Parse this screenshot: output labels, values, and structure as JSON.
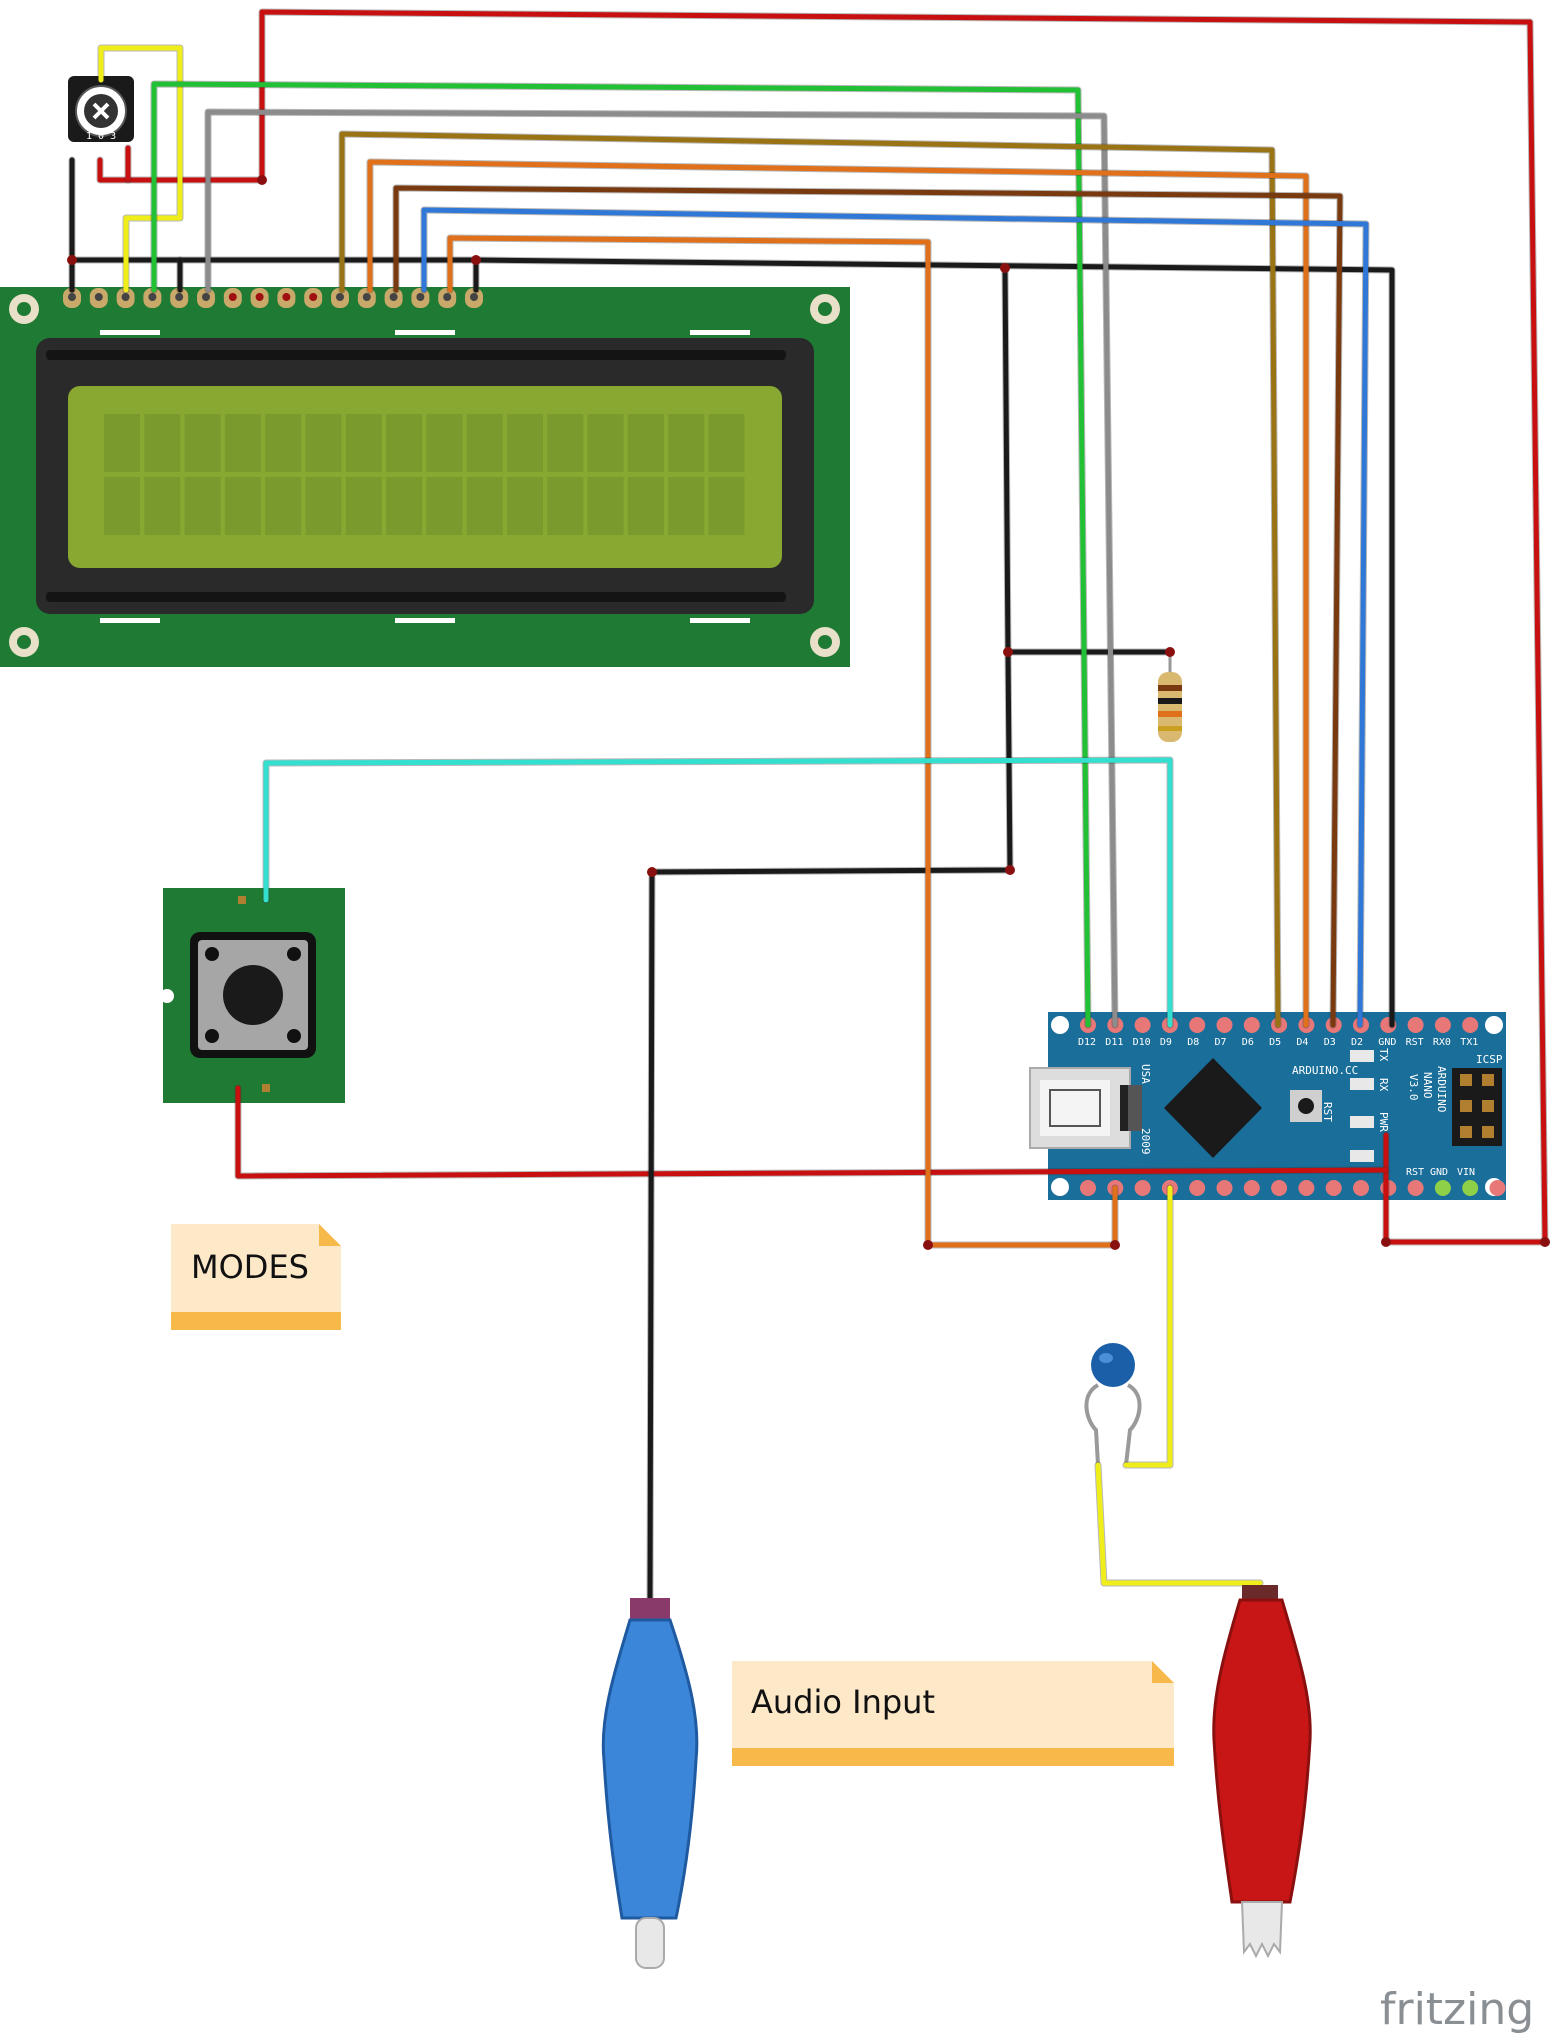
{
  "notes": {
    "modes": "MODES",
    "audio_input": "Audio Input"
  },
  "brand": "fritzing",
  "nano": {
    "top_pins": [
      "D12",
      "D11",
      "D10",
      "D9",
      "D8",
      "D7",
      "D6",
      "D5",
      "D4",
      "D3",
      "D2",
      "GND",
      "RST",
      "RX0",
      "TX1"
    ],
    "bottom_pins": [
      "RST",
      "GND",
      "VIN"
    ],
    "board_name": [
      "ARDUINO",
      "NANO",
      "V3.0"
    ],
    "maker": "ARDUINO.CC",
    "leds": [
      "TX",
      "RX",
      "PWR"
    ],
    "rst": "RST",
    "icsp": "ICSP",
    "usa": "USA",
    "year": "2009"
  },
  "colors": {
    "pcb_green": "#1f7a33",
    "nano_blue": "#1a6e9a",
    "lcd_green": "#88a832",
    "wire_red": "#c81010",
    "wire_black": "#1a1a1a",
    "wire_green": "#22c034",
    "wire_gray": "#8c8c8c",
    "wire_yellow": "#f0ee1a",
    "wire_cyan": "#33e0d0",
    "wire_blue": "#2f78d8",
    "wire_orange": "#e0701a",
    "wire_brown": "#7a3a10",
    "wire_olive": "#9a7414",
    "note_bg": "#fde8c8",
    "note_fold": "#f7b94a"
  }
}
